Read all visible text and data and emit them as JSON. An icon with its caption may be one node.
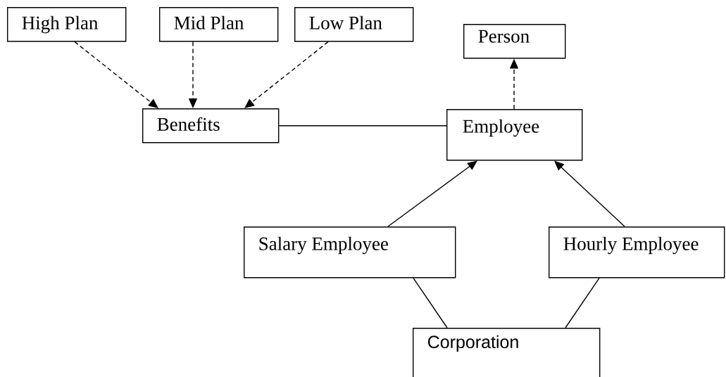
{
  "diagram": {
    "nodes": [
      {
        "text": [
          "High Plan"
        ]
      },
      {
        "text": [
          "Mid Plan"
        ]
      },
      {
        "text": [
          "Low Plan"
        ]
      },
      {
        "text": [
          "Person"
        ]
      },
      {
        "text": [
          "Benefits"
        ]
      },
      {
        "text": [
          "Employee"
        ]
      },
      {
        "text": [
          "Salary Employee"
        ]
      },
      {
        "text": [
          "Hourly Employee"
        ]
      },
      {
        "text": [
          "Corporation"
        ]
      }
    ],
    "edges": [
      {
        "from": 0,
        "to": 4,
        "arrow": "to",
        "style": "dashed"
      },
      {
        "from": 1,
        "to": 4,
        "arrow": "to",
        "style": "dashed"
      },
      {
        "from": 2,
        "to": 4,
        "arrow": "to",
        "style": "dashed"
      },
      {
        "from": 5,
        "to": 3,
        "arrow": "to",
        "style": "dashed"
      },
      {
        "from": 4,
        "to": 5,
        "arrow": "none"
      },
      {
        "from": 6,
        "to": 5,
        "arrow": "to"
      },
      {
        "from": 7,
        "to": 5,
        "arrow": "to"
      },
      {
        "from": 6,
        "to": 8,
        "arrow": "none"
      },
      {
        "from": 7,
        "to": 8,
        "arrow": "none"
      }
    ]
  }
}
